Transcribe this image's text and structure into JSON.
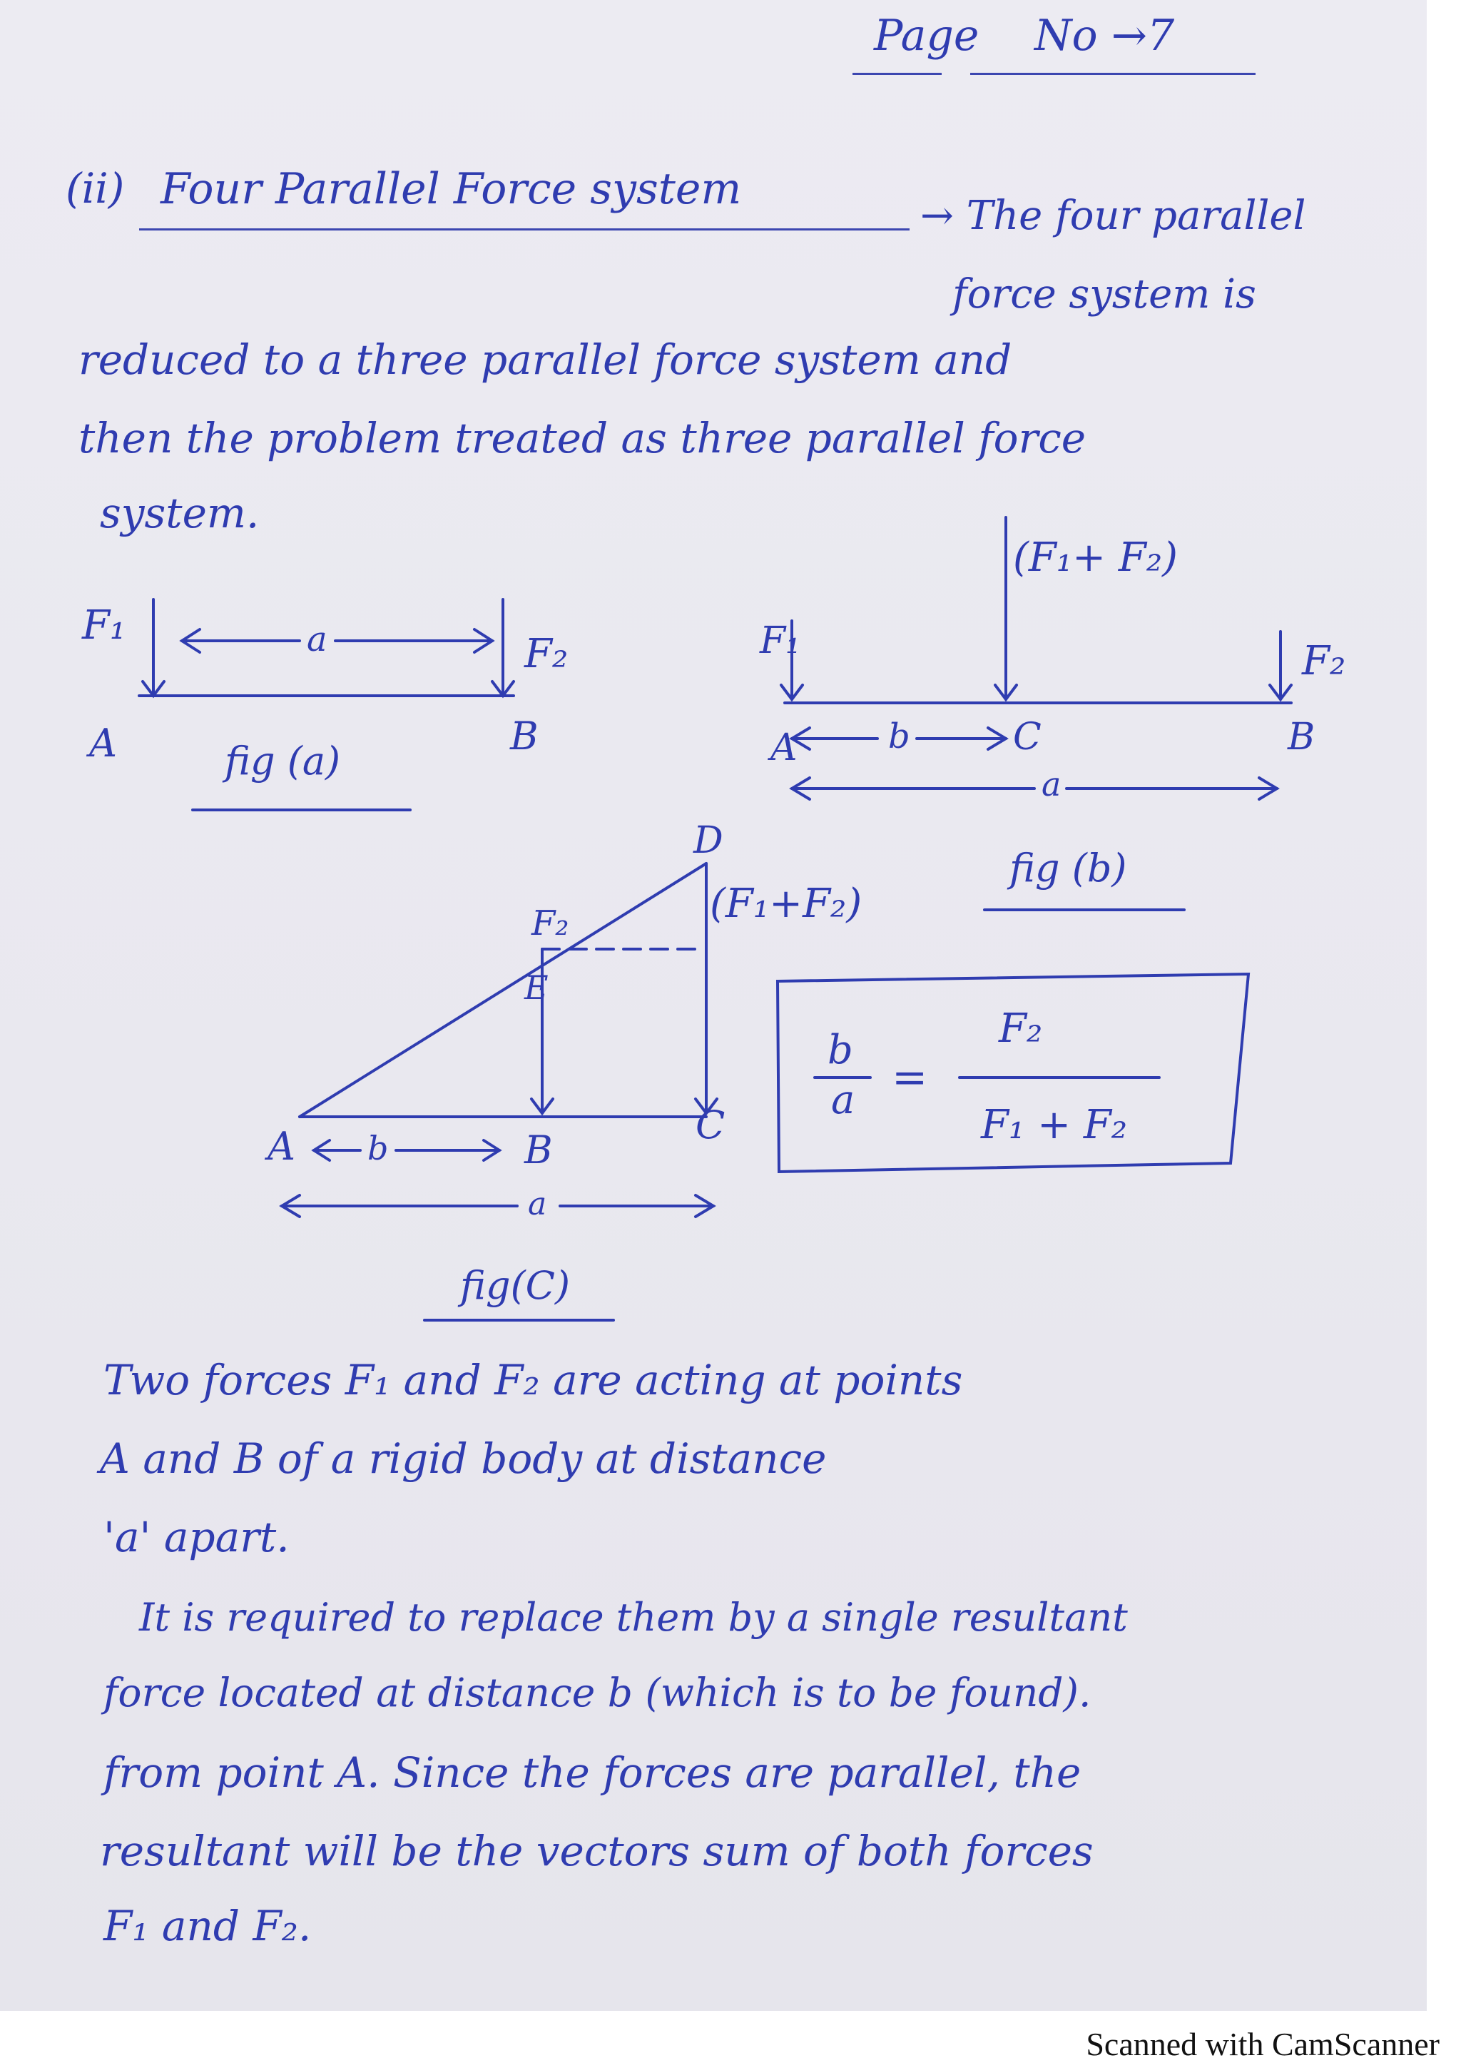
{
  "header": {
    "page_label": "Page",
    "page_no": "No →7"
  },
  "heading": {
    "number": "(ii)",
    "title": "Four Parallel Force system",
    "arrow_text": "→ The four parallel",
    "cont": "force system is"
  },
  "intro_lines": [
    "reduced to a three parallel force system and",
    "then the problem treated as three parallel force",
    "system."
  ],
  "fig_a": {
    "f1": "F₁",
    "f2": "F₂",
    "a": "a",
    "pA": "A",
    "pB": "B",
    "caption": "fig (a)"
  },
  "fig_b": {
    "f1": "F₁",
    "f12": "(F₁+ F₂)",
    "f2": "F₂",
    "pA": "A",
    "pC": "C",
    "pB": "B",
    "b": "b",
    "a": "a",
    "caption": "fig (b)"
  },
  "fig_c": {
    "D": "D",
    "f12": "(F₁+F₂)",
    "f2": "F₂",
    "E": "E",
    "A": "A",
    "B": "B",
    "C": "C",
    "b": "b",
    "a": "a",
    "caption": "fig(C)"
  },
  "formula": {
    "num_left": "b",
    "den_left": "a",
    "eq": "=",
    "num_right": "F₂",
    "den_right": "F₁ + F₂"
  },
  "body_lines": [
    "Two forces F₁ and F₂ are acting at points",
    "A and B of a rigid body at distance",
    "'a' apart.",
    "It is required to replace them by a single resultant",
    "force located at distance b (which is to be found).",
    "from point A. Since the forces are parallel, the",
    "resultant will be the vectors sum of both forces",
    "F₁ and F₂."
  ],
  "footer": "Scanned with CamScanner"
}
